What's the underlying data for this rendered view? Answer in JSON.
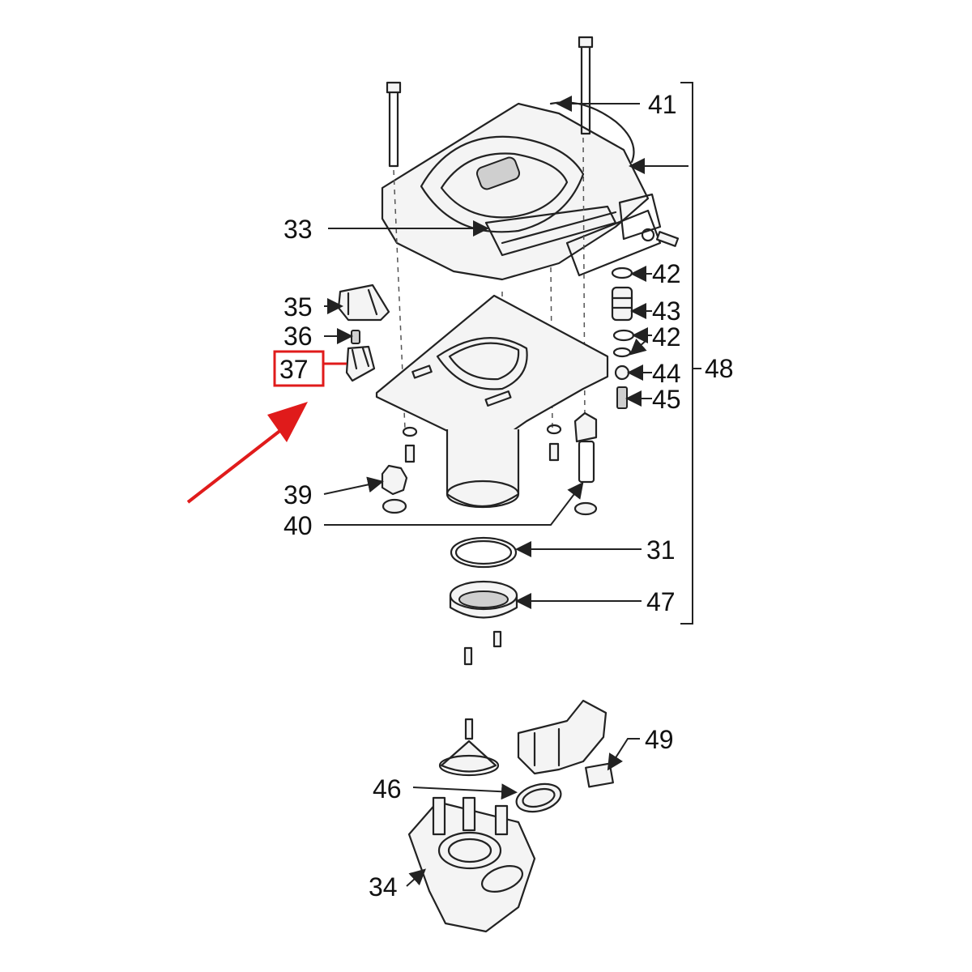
{
  "callouts": {
    "c41": "41",
    "c33": "33",
    "c42a": "42",
    "c35": "35",
    "c43": "43",
    "c36": "36",
    "c42b": "42",
    "c37": "37",
    "c44": "44",
    "c48": "48",
    "c45": "45",
    "c39": "39",
    "c40": "40",
    "c31": "31",
    "c47": "47",
    "c49": "49",
    "c46": "46",
    "c34": "34"
  },
  "highlight": {
    "part": "37",
    "color": "#e01b1b"
  }
}
